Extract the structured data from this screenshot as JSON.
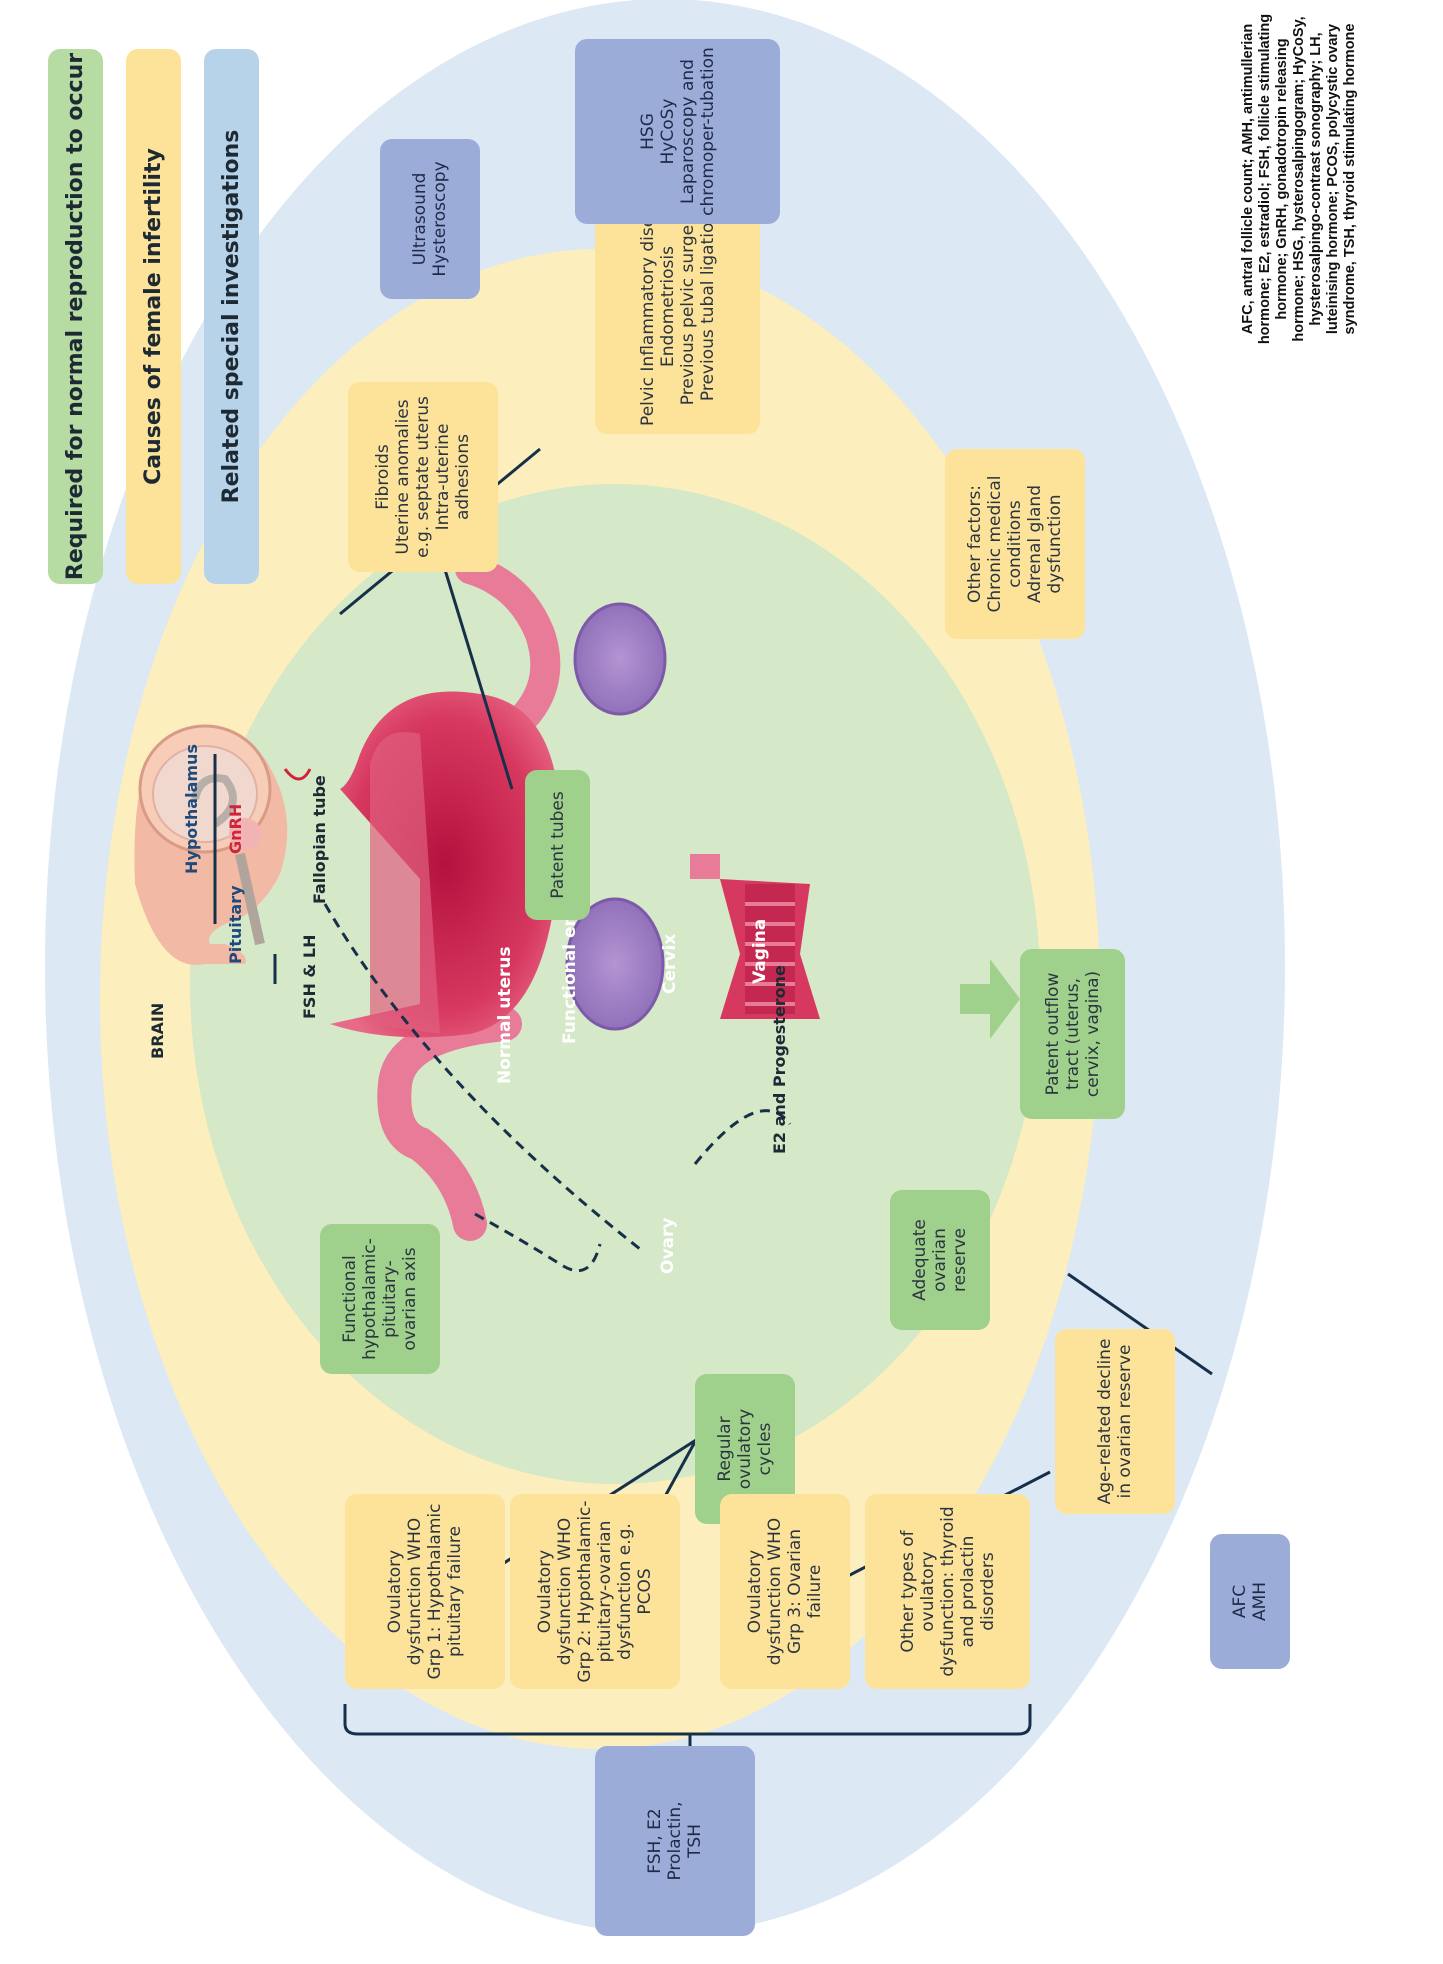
{
  "legend": [
    "Required for normal reproduction to occur",
    "Causes of female infertility",
    "Related special investigations"
  ],
  "anatomy": {
    "brain": "BRAIN",
    "gnrh": "GnRH",
    "hypothalamus": "Hypothalamus",
    "pituitary": "Pituitary",
    "fsh_lh": "FSH & LH",
    "fallopian_tube": "Fallopian tube",
    "normal_uterus": "Normal uterus",
    "functional_endometrium": "Functional endometrium",
    "cervix": "Cervix",
    "vagina": "Vagina",
    "ovary": "Ovary",
    "e2_progesterone": "E2 and Progesterone"
  },
  "required": [
    "Functional hypothalamic-pituitary-ovarian axis",
    "Regular ovulatory cycles",
    "Patent tubes",
    "Patent outflow tract (uterus, cervix, vagina)",
    "Adequate ovarian reserve"
  ],
  "causes": [
    "Fibroids\nUterine anomalies e.g. septate uterus\nIntra-uterine adhesions",
    "Pelvic Inflammatory disease\nEndometriosis\nPrevious pelvic surgery\nPrevious tubal ligation",
    "Other factors:\nChronic medical conditions\nAdrenal gland dysfunction",
    "Age-related decline in ovarian reserve",
    "Ovulatory dysfunction WHO Grp 1: Hypothalamic pituitary failure",
    "Ovulatory dysfunction WHO Grp 2: Hypothalamic-pituitary-ovarian dysfunction e.g. PCOS",
    "Ovulatory dysfunction WHO Grp 3: Ovarian failure",
    "Other types of ovulatory dysfunction: thyroid and prolactin disorders"
  ],
  "investigations": [
    "Ultrasound\nHysteroscopy",
    "HSG\nHyCoSy\nLaparoscopy and chromoper-tubation",
    "AFC\nAMH",
    "FSH, E2\nProlactin,\nTSH"
  ],
  "abbreviations": "AFC, antral follicle count; AMH, antimullerian hormone; E2, estradiol; FSH, follicle stimulating hormone; GnRH, gonadotropin releasing hormone; HSG, hysterosalpingogram; HyCoSy, hysterosalpingo-contrast sonography; LH, luteinising hormone; PCOS, polycystic ovary syndrome, TSH, thyroid stimulating hormone"
}
